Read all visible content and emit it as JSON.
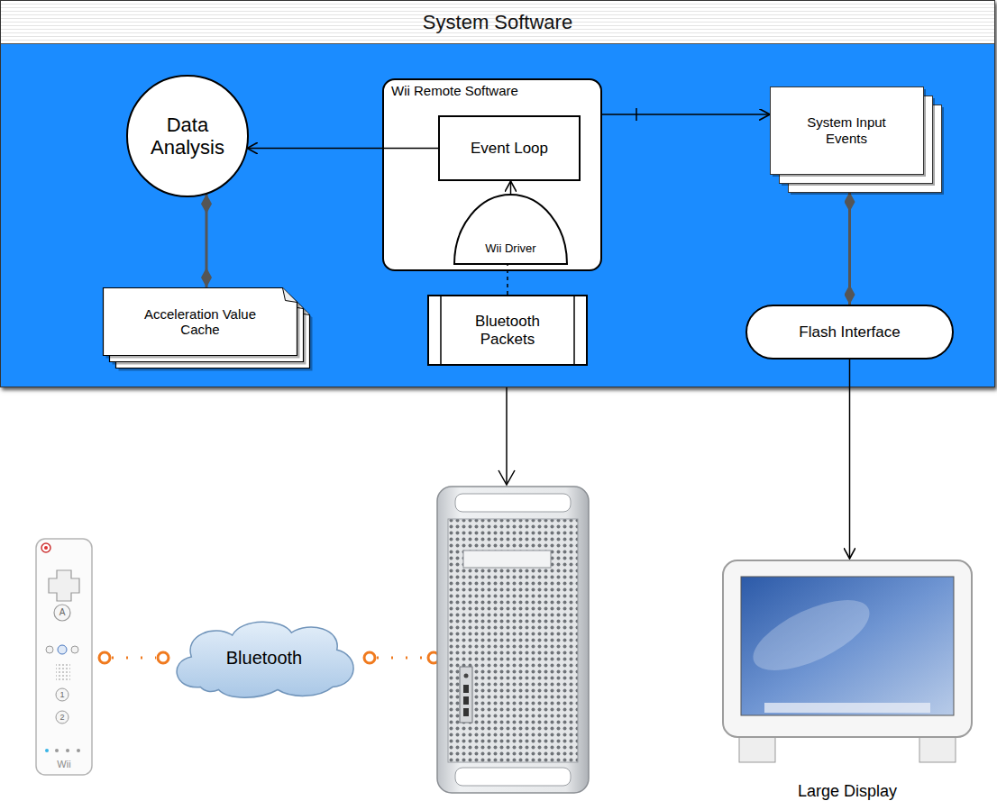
{
  "diagram": {
    "nodes": [
      {
        "text": [
          "System Software"
        ]
      },
      {
        "text": [
          "Data Analysis"
        ],
        "in": 0
      },
      {
        "text": [
          "Wii Remote Software"
        ],
        "in": 0
      },
      {
        "text": [
          "Event Loop"
        ],
        "in": 2
      },
      {
        "text": [
          "Wii Driver"
        ],
        "in": 2
      },
      {
        "text": [
          "System Input Events"
        ],
        "in": 0
      },
      {
        "text": [
          "Acceleration Value Cache"
        ],
        "in": 0
      },
      {
        "text": [
          "Bluetooth Packets"
        ],
        "in": 0
      },
      {
        "text": [
          "Flash Interface"
        ],
        "in": 0
      },
      {
        "text": [
          "Bluetooth"
        ]
      },
      {
        "text": [
          "Large Display"
        ]
      }
    ],
    "edges": [
      {
        "from": 3,
        "to": 1,
        "arrow": "to"
      },
      {
        "from": 4,
        "to": 3,
        "arrow": "to"
      },
      {
        "from": 7,
        "to": 4,
        "arrow": "none"
      },
      {
        "from": 2,
        "to": 5,
        "arrow": "to"
      },
      {
        "from": 1,
        "to": 6,
        "arrow": "both"
      },
      {
        "from": 5,
        "to": 8,
        "arrow": "both"
      },
      {
        "from": 8,
        "to": 10,
        "arrow": "to"
      }
    ],
    "labels": [
      "A",
      "1",
      "2",
      "Wii"
    ]
  }
}
